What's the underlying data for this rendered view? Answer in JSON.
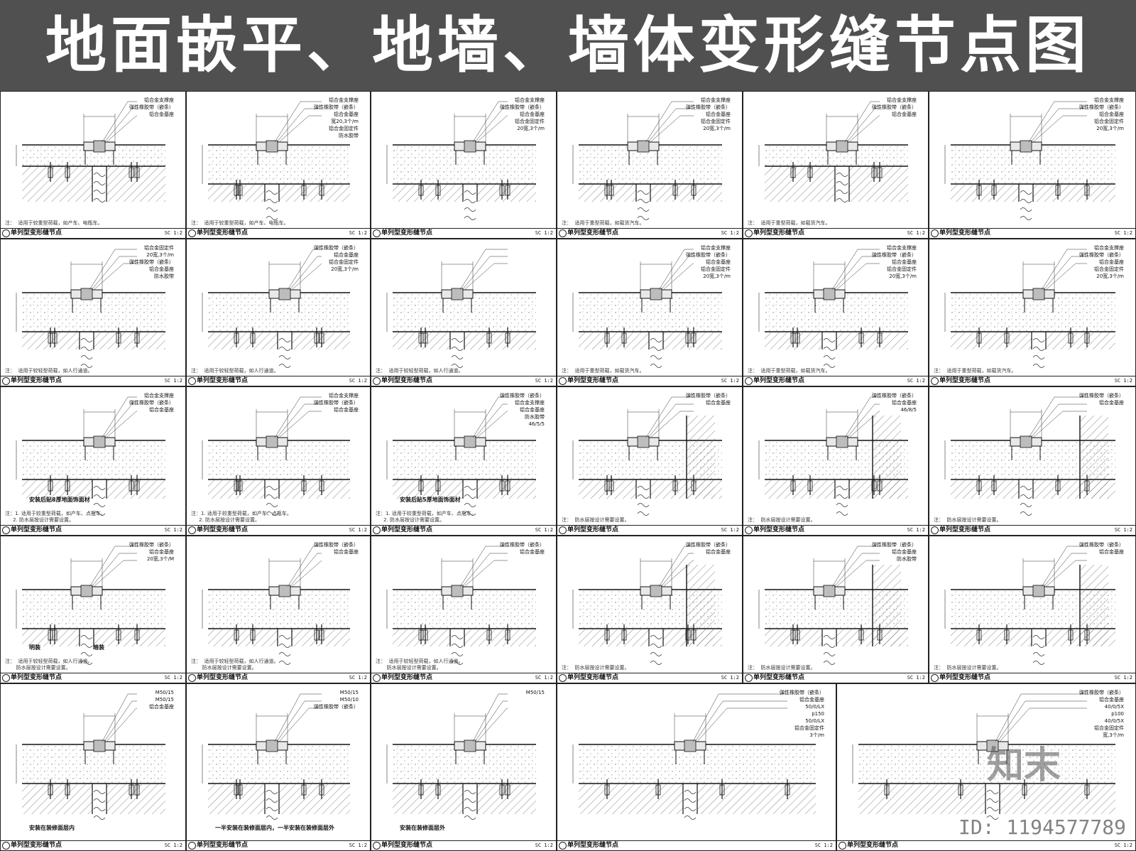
{
  "title": "地面嵌平、地墙、墙体变形缝节点图",
  "watermark": {
    "logo": "知末",
    "id": "ID: 1194577789"
  },
  "rows": [
    {
      "cells": [
        {
          "title": "单列型变形缝节点",
          "scale": "SC 1:2",
          "note": "注：  适用于较重型荷载，如产车、电瓶车。",
          "callouts": [
            "铝合金支撑座",
            "弹性橡胶带（嵌条）",
            "铝合金基座"
          ],
          "captions": []
        },
        {
          "title": "单列型变形缝节点",
          "scale": "SC 1:2",
          "note": "注：  适用于较重型荷载，如产车、电瓶车。",
          "callouts": [
            "铝合金支撑座",
            "弹性橡胶带（嵌条）",
            "铝合金基座",
            "宽20,3个/m",
            "铝合金固定件",
            "防水胶带"
          ],
          "captions": []
        },
        {
          "title": "单列型变形缝节点",
          "scale": "SC 1:2",
          "note": "",
          "callouts": [
            "铝合金支撑座",
            "弹性橡胶带（嵌条）",
            "铝合金基座",
            "铝合金固定件",
            "20宽,3个/m"
          ],
          "captions": []
        },
        {
          "title": "单列型变形缝节点",
          "scale": "SC 1:2",
          "note": "注：  适用于重型荷载，如载货汽车。",
          "callouts": [
            "铝合金支撑座",
            "弹性橡胶带（嵌条）",
            "铝合金基座",
            "铝合金固定件",
            "20宽,3个/m"
          ],
          "captions": []
        },
        {
          "title": "单列型变形缝节点",
          "scale": "SC 1:2",
          "note": "注：  适用于重型荷载，如载货汽车。",
          "callouts": [
            "铝合金支撑座",
            "弹性橡胶带（嵌条）",
            "铝合金基座"
          ],
          "captions": []
        },
        {
          "title": "单列型变形缝节点",
          "scale": "SC 1:2",
          "note": "",
          "callouts": [
            "铝合金支撑座",
            "弹性橡胶带（嵌条）",
            "铝合金基座",
            "铝合金固定件",
            "20宽,3个/m"
          ],
          "captions": []
        }
      ]
    },
    {
      "cells": [
        {
          "title": "单列型变形缝节点",
          "scale": "SC 1:2",
          "note": "注：  适用于较轻型荷载，如人行通道。",
          "callouts": [
            "铝合金固定件",
            "20宽,3个/m",
            "弹性橡胶带（嵌条）",
            "铝合金基座",
            "防水胶带"
          ],
          "captions": []
        },
        {
          "title": "单列型变形缝节点",
          "scale": "SC 1:2",
          "note": "注：  适用于较轻型荷载，如人行通道。",
          "callouts": [
            "弹性橡胶带（嵌条）",
            "铝合金基座",
            "铝合金固定件",
            "20宽,3个/m"
          ],
          "captions": []
        },
        {
          "title": "单列型变形缝节点",
          "scale": "SC 1:2",
          "note": "注：  适用于较轻型荷载，如人行通道。",
          "callouts": [],
          "captions": []
        },
        {
          "title": "单列型变形缝节点",
          "scale": "SC 1:2",
          "note": "注：  适用于重型荷载，如载货汽车。",
          "callouts": [
            "铝合金支撑座",
            "弹性橡胶带（嵌条）",
            "铝合金基座",
            "铝合金固定件",
            "20宽,3个/m"
          ],
          "captions": []
        },
        {
          "title": "单列型变形缝节点",
          "scale": "SC 1:2",
          "note": "注：  适用于重型荷载，如载货汽车。",
          "callouts": [
            "铝合金支撑座",
            "弹性橡胶带（嵌条）",
            "铝合金基座",
            "铝合金固定件",
            "20宽,3个/m"
          ],
          "captions": []
        },
        {
          "title": "单列型变形缝节点",
          "scale": "SC 1:2",
          "note": "注：  适用于重型荷载，如载货汽车。",
          "callouts": [
            "铝合金支撑座",
            "弹性橡胶带（嵌条）",
            "铝合金基座",
            "铝合金固定件",
            "20宽,3个/m"
          ],
          "captions": []
        }
      ]
    },
    {
      "cells": [
        {
          "title": "单列型变形缝节点",
          "scale": "SC 1:2",
          "note": "注：1. 适用于较重型荷载，如产车、点瓶车。\n     2. 防水层按设计需要设置。",
          "callouts": [
            "铝合金支撑座",
            "弹性橡胶带（嵌条）",
            "铝合金基座"
          ],
          "captions": [
            "安装后贴8厚地面饰面材"
          ]
        },
        {
          "title": "单列型变形缝节点",
          "scale": "SC 1:2",
          "note": "注：1. 适用于较重型荷载，如产车、点瓶车。\n     2. 防水层按设计需要设置。",
          "callouts": [
            "铝合金支撑座",
            "弹性橡胶带（嵌条）",
            "铝合金基座"
          ],
          "captions": []
        },
        {
          "title": "单列型变形缝节点",
          "scale": "SC 1:2",
          "note": "注：1. 适用于较重型荷载，如产车、点瓶车。\n     2. 防水层按设计需要设置。",
          "callouts": [
            "弹性橡胶带（嵌条）",
            "铝合金支撑座",
            "铝合金基座",
            "防水胶带",
            "46/5/5"
          ],
          "captions": [
            "安装后贴5厚地面饰面材"
          ]
        },
        {
          "title": "单列型变形缝节点",
          "scale": "SC 1:2",
          "note": "注：  防水层按设计需要设置。",
          "callouts": [
            "弹性橡胶带（嵌条）",
            "铝合金基座"
          ],
          "captions": []
        },
        {
          "title": "单列型变形缝节点",
          "scale": "SC 1:2",
          "note": "注：  防水层按设计需要设置。",
          "callouts": [
            "弹性橡胶带（嵌条）",
            "铝合金基座",
            "46/8/5"
          ],
          "captions": []
        },
        {
          "title": "单列型变形缝节点",
          "scale": "SC 1:2",
          "note": "注：  防水层按设计需要设置。",
          "callouts": [
            "弹性橡胶带（嵌条）",
            "铝合金基座"
          ],
          "captions": []
        }
      ]
    },
    {
      "cells": [
        {
          "title": "单列型变形缝节点",
          "scale": "SC 1:2",
          "note": "注：  适用于较轻型荷载，如人行通道。\n       防水层按设计需要设置。",
          "callouts": [
            "弹性橡胶带（嵌条）",
            "铝合金基座",
            "20宽,3个/M"
          ],
          "captions": [
            "明装",
            "暗装"
          ]
        },
        {
          "title": "单列型变形缝节点",
          "scale": "SC 1:2",
          "note": "注：  适用于较轻型荷载，如人行通道。\n       防水层按设计需要设置。",
          "callouts": [
            "弹性橡胶带（嵌条）",
            "铝合金基座"
          ],
          "captions": []
        },
        {
          "title": "单列型变形缝节点",
          "scale": "SC 1:2",
          "note": "注：  适用于较轻型荷载，如人行通道。\n       防水层按设计需要设置。",
          "callouts": [
            "弹性橡胶带（嵌条）",
            "铝合金基座"
          ],
          "captions": []
        },
        {
          "title": "单列型变形缝节点",
          "scale": "SC 1:2",
          "note": "注：  防水层按设计需要设置。",
          "callouts": [
            "弹性橡胶带（嵌条）",
            "铝合金基座"
          ],
          "captions": []
        },
        {
          "title": "单列型变形缝节点",
          "scale": "SC 1:2",
          "note": "注：  防水层按设计需要设置。",
          "callouts": [
            "弹性橡胶带（嵌条）",
            "铝合金基座",
            "防水胶带"
          ],
          "captions": []
        },
        {
          "title": "单列型变形缝节点",
          "scale": "SC 1:2",
          "note": "注：  防水层按设计需要设置。",
          "callouts": [
            "弹性橡胶带（嵌条）",
            "铝合金基座"
          ],
          "captions": []
        }
      ]
    },
    {
      "cells": [
        {
          "title": "单列型变形缝节点",
          "scale": "SC 1:2",
          "note": "",
          "callouts": [
            "M50/15",
            "M50/15",
            "铝合金基座"
          ],
          "captions": [
            "安装在装修面层内"
          ]
        },
        {
          "title": "单列型变形缝节点",
          "scale": "SC 1:2",
          "note": "",
          "callouts": [
            "M50/15",
            "M50/10",
            "弹性橡胶带（嵌条）"
          ],
          "captions": [
            "一半安装在装修面层内，一半安装在装修面层外"
          ]
        },
        {
          "title": "单列型变形缝节点",
          "scale": "SC 1:2",
          "note": "",
          "callouts": [
            "M50/15"
          ],
          "captions": [
            "安装在装修面层外"
          ]
        },
        {
          "title": "单列型变形缝节点",
          "scale": "SC 1:2",
          "note": "",
          "callouts": [
            "弹性橡胶带（嵌条）",
            "铝合金基座",
            "50/0/LX",
            "p150",
            "50/0/LX",
            "铝合金固定件",
            "3个/m"
          ],
          "captions": []
        },
        {
          "title": "单列型变形缝节点",
          "scale": "SC 1:2",
          "note": "",
          "callouts": [
            "弹性橡胶带（嵌条）",
            "铝合金基座",
            "40/0/5X",
            "p100",
            "40/0/5X",
            "铝合金固定件",
            "宽,3个/m"
          ],
          "captions": []
        }
      ]
    }
  ]
}
